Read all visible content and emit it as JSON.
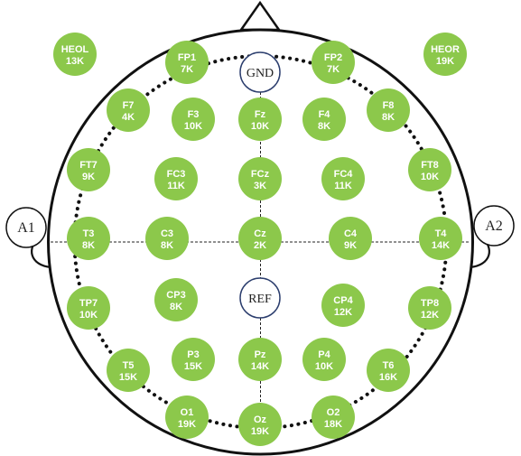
{
  "colors": {
    "electrode_fill": "#8cc84b",
    "electrode_text": "#ffffff",
    "outline": "#111111",
    "reference_border": "#2c3e6e",
    "background": "#ffffff"
  },
  "head_features": [
    "nose-icon",
    "left-ear-icon",
    "right-ear-icon",
    "head-outline",
    "dotted-ring",
    "midline-cross"
  ],
  "reference_nodes": [
    {
      "id": "gnd",
      "label": "GND"
    },
    {
      "id": "ref",
      "label": "REF"
    }
  ],
  "ear_nodes": [
    {
      "id": "a1",
      "label": "A1"
    },
    {
      "id": "a2",
      "label": "A2"
    }
  ],
  "electrodes": [
    {
      "name": "HEOL",
      "impedance": "13K"
    },
    {
      "name": "HEOR",
      "impedance": "19K"
    },
    {
      "name": "FP1",
      "impedance": "7K"
    },
    {
      "name": "FP2",
      "impedance": "7K"
    },
    {
      "name": "F7",
      "impedance": "4K"
    },
    {
      "name": "F3",
      "impedance": "10K"
    },
    {
      "name": "Fz",
      "impedance": "10K"
    },
    {
      "name": "F4",
      "impedance": "8K"
    },
    {
      "name": "F8",
      "impedance": "8K"
    },
    {
      "name": "FT7",
      "impedance": "9K"
    },
    {
      "name": "FC3",
      "impedance": "11K"
    },
    {
      "name": "FCz",
      "impedance": "3K"
    },
    {
      "name": "FC4",
      "impedance": "11K"
    },
    {
      "name": "FT8",
      "impedance": "10K"
    },
    {
      "name": "T3",
      "impedance": "8K"
    },
    {
      "name": "C3",
      "impedance": "8K"
    },
    {
      "name": "Cz",
      "impedance": "2K"
    },
    {
      "name": "C4",
      "impedance": "9K"
    },
    {
      "name": "T4",
      "impedance": "14K"
    },
    {
      "name": "TP7",
      "impedance": "10K"
    },
    {
      "name": "CP3",
      "impedance": "8K"
    },
    {
      "name": "CP4",
      "impedance": "12K"
    },
    {
      "name": "TP8",
      "impedance": "12K"
    },
    {
      "name": "T5",
      "impedance": "15K"
    },
    {
      "name": "P3",
      "impedance": "15K"
    },
    {
      "name": "Pz",
      "impedance": "14K"
    },
    {
      "name": "P4",
      "impedance": "10K"
    },
    {
      "name": "T6",
      "impedance": "16K"
    },
    {
      "name": "O1",
      "impedance": "19K"
    },
    {
      "name": "Oz",
      "impedance": "19K"
    },
    {
      "name": "O2",
      "impedance": "18K"
    }
  ]
}
